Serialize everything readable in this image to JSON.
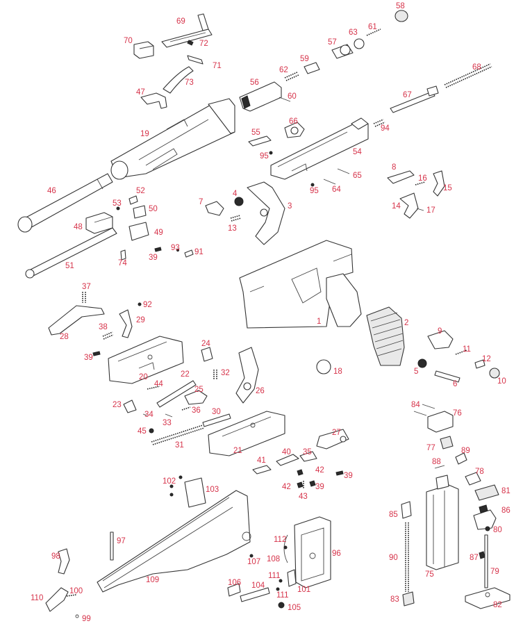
{
  "diagram": {
    "label_color": "#d6334a",
    "labels": [
      {
        "id": "lbl-1",
        "text": "1"
      },
      {
        "id": "lbl-2",
        "text": "2"
      },
      {
        "id": "lbl-3",
        "text": "3"
      },
      {
        "id": "lbl-4",
        "text": "4"
      },
      {
        "id": "lbl-5",
        "text": "5"
      },
      {
        "id": "lbl-6",
        "text": "6"
      },
      {
        "id": "lbl-7",
        "text": "7"
      },
      {
        "id": "lbl-8",
        "text": "8"
      },
      {
        "id": "lbl-9",
        "text": "9"
      },
      {
        "id": "lbl-10",
        "text": "10"
      },
      {
        "id": "lbl-11",
        "text": "11"
      },
      {
        "id": "lbl-12",
        "text": "12"
      },
      {
        "id": "lbl-13",
        "text": "13"
      },
      {
        "id": "lbl-14",
        "text": "14"
      },
      {
        "id": "lbl-15",
        "text": "15"
      },
      {
        "id": "lbl-16",
        "text": "16"
      },
      {
        "id": "lbl-17",
        "text": "17"
      },
      {
        "id": "lbl-18",
        "text": "18"
      },
      {
        "id": "lbl-19",
        "text": "19"
      },
      {
        "id": "lbl-20",
        "text": "20"
      },
      {
        "id": "lbl-21",
        "text": "21"
      },
      {
        "id": "lbl-22",
        "text": "22"
      },
      {
        "id": "lbl-23",
        "text": "23"
      },
      {
        "id": "lbl-24",
        "text": "24"
      },
      {
        "id": "lbl-25",
        "text": "25"
      },
      {
        "id": "lbl-26",
        "text": "26"
      },
      {
        "id": "lbl-27",
        "text": "27"
      },
      {
        "id": "lbl-28",
        "text": "28"
      },
      {
        "id": "lbl-29",
        "text": "29"
      },
      {
        "id": "lbl-30",
        "text": "30"
      },
      {
        "id": "lbl-31",
        "text": "31"
      },
      {
        "id": "lbl-32",
        "text": "32"
      },
      {
        "id": "lbl-33",
        "text": "33"
      },
      {
        "id": "lbl-34",
        "text": "34"
      },
      {
        "id": "lbl-35",
        "text": "35"
      },
      {
        "id": "lbl-36",
        "text": "36"
      },
      {
        "id": "lbl-37",
        "text": "37"
      },
      {
        "id": "lbl-38",
        "text": "38"
      },
      {
        "id": "lbl-39a",
        "text": "39"
      },
      {
        "id": "lbl-39b",
        "text": "39"
      },
      {
        "id": "lbl-39c",
        "text": "39"
      },
      {
        "id": "lbl-39d",
        "text": "39"
      },
      {
        "id": "lbl-40",
        "text": "40"
      },
      {
        "id": "lbl-41",
        "text": "41"
      },
      {
        "id": "lbl-42a",
        "text": "42"
      },
      {
        "id": "lbl-42b",
        "text": "42"
      },
      {
        "id": "lbl-43",
        "text": "43"
      },
      {
        "id": "lbl-44",
        "text": "44"
      },
      {
        "id": "lbl-45",
        "text": "45"
      },
      {
        "id": "lbl-46",
        "text": "46"
      },
      {
        "id": "lbl-47",
        "text": "47"
      },
      {
        "id": "lbl-48",
        "text": "48"
      },
      {
        "id": "lbl-49",
        "text": "49"
      },
      {
        "id": "lbl-50",
        "text": "50"
      },
      {
        "id": "lbl-51",
        "text": "51"
      },
      {
        "id": "lbl-52",
        "text": "52"
      },
      {
        "id": "lbl-53",
        "text": "53"
      },
      {
        "id": "lbl-54",
        "text": "54"
      },
      {
        "id": "lbl-55",
        "text": "55"
      },
      {
        "id": "lbl-56",
        "text": "56"
      },
      {
        "id": "lbl-57",
        "text": "57"
      },
      {
        "id": "lbl-58",
        "text": "58"
      },
      {
        "id": "lbl-59",
        "text": "59"
      },
      {
        "id": "lbl-60",
        "text": "60"
      },
      {
        "id": "lbl-61",
        "text": "61"
      },
      {
        "id": "lbl-62",
        "text": "62"
      },
      {
        "id": "lbl-63",
        "text": "63"
      },
      {
        "id": "lbl-64",
        "text": "64"
      },
      {
        "id": "lbl-65",
        "text": "65"
      },
      {
        "id": "lbl-66",
        "text": "66"
      },
      {
        "id": "lbl-67",
        "text": "67"
      },
      {
        "id": "lbl-68",
        "text": "68"
      },
      {
        "id": "lbl-69",
        "text": "69"
      },
      {
        "id": "lbl-70",
        "text": "70"
      },
      {
        "id": "lbl-71",
        "text": "71"
      },
      {
        "id": "lbl-72",
        "text": "72"
      },
      {
        "id": "lbl-73",
        "text": "73"
      },
      {
        "id": "lbl-74",
        "text": "74"
      },
      {
        "id": "lbl-75",
        "text": "75"
      },
      {
        "id": "lbl-76",
        "text": "76"
      },
      {
        "id": "lbl-77",
        "text": "77"
      },
      {
        "id": "lbl-78",
        "text": "78"
      },
      {
        "id": "lbl-79",
        "text": "79"
      },
      {
        "id": "lbl-80",
        "text": "80"
      },
      {
        "id": "lbl-81",
        "text": "81"
      },
      {
        "id": "lbl-82",
        "text": "82"
      },
      {
        "id": "lbl-83",
        "text": "83"
      },
      {
        "id": "lbl-84",
        "text": "84"
      },
      {
        "id": "lbl-85",
        "text": "85"
      },
      {
        "id": "lbl-86",
        "text": "86"
      },
      {
        "id": "lbl-87",
        "text": "87"
      },
      {
        "id": "lbl-88",
        "text": "88"
      },
      {
        "id": "lbl-89",
        "text": "89"
      },
      {
        "id": "lbl-90",
        "text": "90"
      },
      {
        "id": "lbl-91",
        "text": "91"
      },
      {
        "id": "lbl-92",
        "text": "92"
      },
      {
        "id": "lbl-93",
        "text": "93"
      },
      {
        "id": "lbl-94",
        "text": "94"
      },
      {
        "id": "lbl-95a",
        "text": "95"
      },
      {
        "id": "lbl-95b",
        "text": "95"
      },
      {
        "id": "lbl-96",
        "text": "96"
      },
      {
        "id": "lbl-97",
        "text": "97"
      },
      {
        "id": "lbl-98",
        "text": "98"
      },
      {
        "id": "lbl-99",
        "text": "99"
      },
      {
        "id": "lbl-100",
        "text": "100"
      },
      {
        "id": "lbl-101",
        "text": "101"
      },
      {
        "id": "lbl-102",
        "text": "102"
      },
      {
        "id": "lbl-103",
        "text": "103"
      },
      {
        "id": "lbl-104",
        "text": "104"
      },
      {
        "id": "lbl-105",
        "text": "105"
      },
      {
        "id": "lbl-106",
        "text": "106"
      },
      {
        "id": "lbl-107",
        "text": "107"
      },
      {
        "id": "lbl-108",
        "text": "108"
      },
      {
        "id": "lbl-109",
        "text": "109"
      },
      {
        "id": "lbl-110",
        "text": "110"
      },
      {
        "id": "lbl-111a",
        "text": "111"
      },
      {
        "id": "lbl-111b",
        "text": "111"
      },
      {
        "id": "lbl-112",
        "text": "112"
      }
    ]
  }
}
